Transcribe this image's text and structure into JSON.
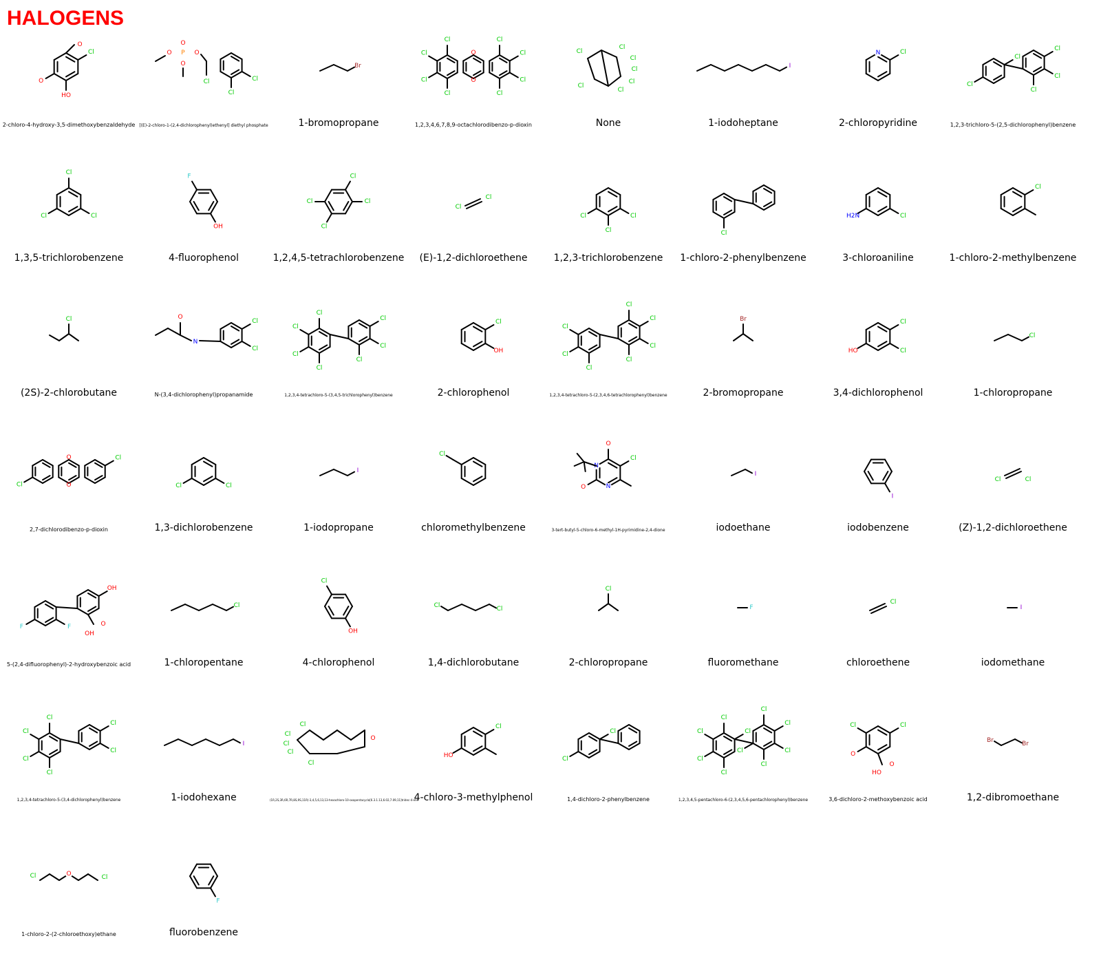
{
  "title": "HALOGENS",
  "colors": {
    "title": "#ff0000",
    "C": "#000000",
    "Cl": "#00cc00",
    "F": "#33cccc",
    "Br": "#a52a2a",
    "I": "#9400d3",
    "O": "#ff0000",
    "N": "#0000ff",
    "P": "#ff8000"
  },
  "molecules": [
    {
      "name": "2-chloro-4-hydroxy-3,5-dimethoxybenzaldehyde",
      "size": "s",
      "structure": "aldehyde"
    },
    {
      "name": "[(E)-2-chloro-1-(2,4-dichlorophenyl)ethenyl] diethyl phosphate",
      "size": "xs",
      "structure": "phosphate"
    },
    {
      "name": "1-bromopropane",
      "size": "l",
      "structure": "chain",
      "n": 3,
      "hal": "Br"
    },
    {
      "name": "1,2,3,4,6,7,8,9-octachlorodibenzo-p-dioxin",
      "size": "s",
      "structure": "dioxin8"
    },
    {
      "name": "None",
      "size": "l",
      "structure": "cage"
    },
    {
      "name": "1-iodoheptane",
      "size": "l",
      "structure": "chain",
      "n": 7,
      "hal": "I"
    },
    {
      "name": "2-chloropyridine",
      "size": "l",
      "structure": "ring",
      "subs": [
        [
          1,
          "Cl"
        ]
      ],
      "het": [
        [
          0,
          "N"
        ]
      ]
    },
    {
      "name": "1,2,3-trichloro-5-(2,5-dichlorophenyl)benzene",
      "size": "s",
      "structure": "biphenyl",
      "a": [
        [
          1,
          "Cl"
        ],
        [
          4,
          "Cl"
        ]
      ],
      "b": [
        [
          1,
          "Cl"
        ],
        [
          2,
          "Cl"
        ],
        [
          3,
          "Cl"
        ]
      ]
    },
    {
      "name": "1,3,5-trichlorobenzene",
      "size": "l",
      "structure": "ring",
      "subs": [
        [
          0,
          "Cl"
        ],
        [
          2,
          "Cl"
        ],
        [
          4,
          "Cl"
        ]
      ]
    },
    {
      "name": "4-fluorophenol",
      "size": "l",
      "structure": "ring",
      "subs": [
        [
          1,
          "OH"
        ],
        [
          4,
          "F"
        ]
      ],
      "flat": true
    },
    {
      "name": "1,2,4,5-tetrachlorobenzene",
      "size": "l",
      "structure": "ring",
      "subs": [
        [
          0,
          "Cl"
        ],
        [
          2,
          "Cl"
        ],
        [
          3,
          "Cl"
        ],
        [
          5,
          "Cl"
        ]
      ],
      "flat": true
    },
    {
      "name": "(E)-1,2-dichloroethene",
      "size": "l",
      "structure": "alkene",
      "a": "Cl",
      "b": "Cl",
      "geom": "E"
    },
    {
      "name": "1,2,3-trichlorobenzene",
      "size": "l",
      "structure": "ring",
      "subs": [
        [
          2,
          "Cl"
        ],
        [
          3,
          "Cl"
        ],
        [
          4,
          "Cl"
        ]
      ]
    },
    {
      "name": "1-chloro-2-phenylbenzene",
      "size": "l",
      "structure": "biphenyl",
      "a": [
        [
          3,
          "Cl"
        ]
      ],
      "b": []
    },
    {
      "name": "3-chloroaniline",
      "size": "l",
      "structure": "ring",
      "subs": [
        [
          2,
          "Cl"
        ],
        [
          4,
          "H2N"
        ]
      ]
    },
    {
      "name": "1-chloro-2-methylbenzene",
      "size": "l",
      "structure": "ring",
      "subs": [
        [
          1,
          "Cl"
        ],
        [
          2,
          "Me"
        ]
      ]
    },
    {
      "name": "(2S)-2-chlorobutane",
      "size": "l",
      "structure": "branch",
      "hal": "Cl",
      "extra": "ethyl"
    },
    {
      "name": "N-(3,4-dichlorophenyl)propanamide",
      "size": "s",
      "structure": "amide"
    },
    {
      "name": "1,2,3,4-tetrachloro-5-(3,4,5-trichlorophenyl)benzene",
      "size": "xs",
      "structure": "biphenyl",
      "a": [
        [
          0,
          "Cl"
        ],
        [
          4,
          "Cl"
        ],
        [
          5,
          "Cl"
        ],
        [
          3,
          "Cl"
        ]
      ],
      "b": [
        [
          1,
          "Cl"
        ],
        [
          2,
          "Cl"
        ],
        [
          3,
          "Cl"
        ]
      ]
    },
    {
      "name": "2-chlorophenol",
      "size": "l",
      "structure": "ring",
      "subs": [
        [
          1,
          "Cl"
        ],
        [
          2,
          "OH"
        ]
      ]
    },
    {
      "name": "1,2,3,4-tetrachloro-5-(2,3,4,6-tetrachlorophenyl)benzene",
      "size": "xs",
      "structure": "biphenyl",
      "a": [
        [
          5,
          "Cl"
        ],
        [
          4,
          "Cl"
        ],
        [
          3,
          "Cl"
        ]
      ],
      "b": [
        [
          0,
          "Cl"
        ],
        [
          1,
          "Cl"
        ],
        [
          2,
          "Cl"
        ],
        [
          3,
          "Cl"
        ]
      ]
    },
    {
      "name": "2-bromopropane",
      "size": "l",
      "structure": "branch",
      "hal": "Br"
    },
    {
      "name": "3,4-dichlorophenol",
      "size": "l",
      "structure": "ring",
      "subs": [
        [
          1,
          "Cl"
        ],
        [
          2,
          "Cl"
        ],
        [
          4,
          "HO"
        ]
      ]
    },
    {
      "name": "1-chloropropane",
      "size": "l",
      "structure": "chain",
      "n": 3,
      "hal": "Cl"
    },
    {
      "name": "2,7-dichlorodibenzo-p-dioxin",
      "size": "s",
      "structure": "dioxin2"
    },
    {
      "name": "1,3-dichlorobenzene",
      "size": "l",
      "structure": "ring",
      "subs": [
        [
          2,
          "Cl"
        ],
        [
          4,
          "Cl"
        ]
      ]
    },
    {
      "name": "1-iodopropane",
      "size": "l",
      "structure": "chain",
      "n": 3,
      "hal": "I"
    },
    {
      "name": "chloromethylbenzene",
      "size": "l",
      "structure": "ring",
      "subs": [
        [
          5,
          "CH2Cl"
        ]
      ]
    },
    {
      "name": "3-tert-butyl-5-chloro-6-methyl-1H-pyrimidine-2,4-dione",
      "size": "xs",
      "structure": "pyrimidine"
    },
    {
      "name": "iodoethane",
      "size": "l",
      "structure": "chain",
      "n": 2,
      "hal": "I"
    },
    {
      "name": "iodobenzene",
      "size": "l",
      "structure": "ring",
      "subs": [
        [
          1,
          "I"
        ]
      ],
      "flat": true
    },
    {
      "name": "(Z)-1,2-dichloroethene",
      "size": "l",
      "structure": "alkene",
      "a": "Cl",
      "b": "Cl",
      "geom": "Z"
    },
    {
      "name": "5-(2,4-difluorophenyl)-2-hydroxybenzoic acid",
      "size": "s",
      "structure": "diflunisal"
    },
    {
      "name": "1-chloropentane",
      "size": "l",
      "structure": "chain",
      "n": 5,
      "hal": "Cl"
    },
    {
      "name": "4-chlorophenol",
      "size": "l",
      "structure": "ring",
      "subs": [
        [
          1,
          "OH"
        ],
        [
          4,
          "Cl"
        ]
      ],
      "flat": true
    },
    {
      "name": "1,4-dichlorobutane",
      "size": "l",
      "structure": "chain",
      "n": 4,
      "hal": "Cl",
      "hal0": "Cl"
    },
    {
      "name": "2-chloropropane",
      "size": "l",
      "structure": "branch",
      "hal": "Cl"
    },
    {
      "name": "fluoromethane",
      "size": "l",
      "structure": "chain",
      "n": 1,
      "hal": "F"
    },
    {
      "name": "chloroethene",
      "size": "l",
      "structure": "alkene",
      "a": "",
      "b": "Cl",
      "geom": "E"
    },
    {
      "name": "iodomethane",
      "size": "l",
      "structure": "chain",
      "n": 1,
      "hal": "I"
    },
    {
      "name": "1,2,3,4-tetrachloro-5-(3,4-dichlorophenyl)benzene",
      "size": "xs",
      "structure": "biphenyl",
      "a": [
        [
          0,
          "Cl"
        ],
        [
          5,
          "Cl"
        ],
        [
          4,
          "Cl"
        ],
        [
          3,
          "Cl"
        ]
      ],
      "b": [
        [
          1,
          "Cl"
        ],
        [
          2,
          "Cl"
        ]
      ]
    },
    {
      "name": "1-iodohexane",
      "size": "l",
      "structure": "chain",
      "n": 6,
      "hal": "I"
    },
    {
      "name": "(1R,2S,3R,6R,7R,8S,9S,11R)-3,4,5,6,13,13-hexachloro-10-oxapentacyclo[6.3.1.13,6.02,7.09,11]tridec-4-ene",
      "size": "xxs",
      "structure": "cage2"
    },
    {
      "name": "4-chloro-3-methylphenol",
      "size": "l",
      "structure": "ring",
      "subs": [
        [
          1,
          "Cl"
        ],
        [
          2,
          "Me"
        ],
        [
          4,
          "HO"
        ]
      ]
    },
    {
      "name": "1,4-dichloro-2-phenylbenzene",
      "size": "s",
      "structure": "biphenyl",
      "a": [
        [
          1,
          "Cl"
        ],
        [
          4,
          "Cl"
        ]
      ],
      "b": []
    },
    {
      "name": "1,2,3,4,5-pentachloro-6-(2,3,4,5,6-pentachlorophenyl)benzene",
      "size": "xs",
      "structure": "biphenyl",
      "a": [
        [
          0,
          "Cl"
        ],
        [
          1,
          "Cl"
        ],
        [
          3,
          "Cl"
        ],
        [
          4,
          "Cl"
        ],
        [
          5,
          "Cl"
        ]
      ],
      "b": [
        [
          0,
          "Cl"
        ],
        [
          1,
          "Cl"
        ],
        [
          2,
          "Cl"
        ],
        [
          3,
          "Cl"
        ],
        [
          4,
          "Cl"
        ]
      ]
    },
    {
      "name": "3,6-dichloro-2-methoxybenzoic acid",
      "size": "s",
      "structure": "dicamba"
    },
    {
      "name": "1,2-dibromoethane",
      "size": "l",
      "structure": "chain",
      "n": 2,
      "hal": "Br",
      "hal0": "Br"
    },
    {
      "name": "1-chloro-2-(2-chloroethoxy)ethane",
      "size": "s",
      "structure": "ether"
    },
    {
      "name": "fluorobenzene",
      "size": "l",
      "structure": "ring",
      "subs": [
        [
          1,
          "F"
        ]
      ],
      "flat": true
    }
  ]
}
